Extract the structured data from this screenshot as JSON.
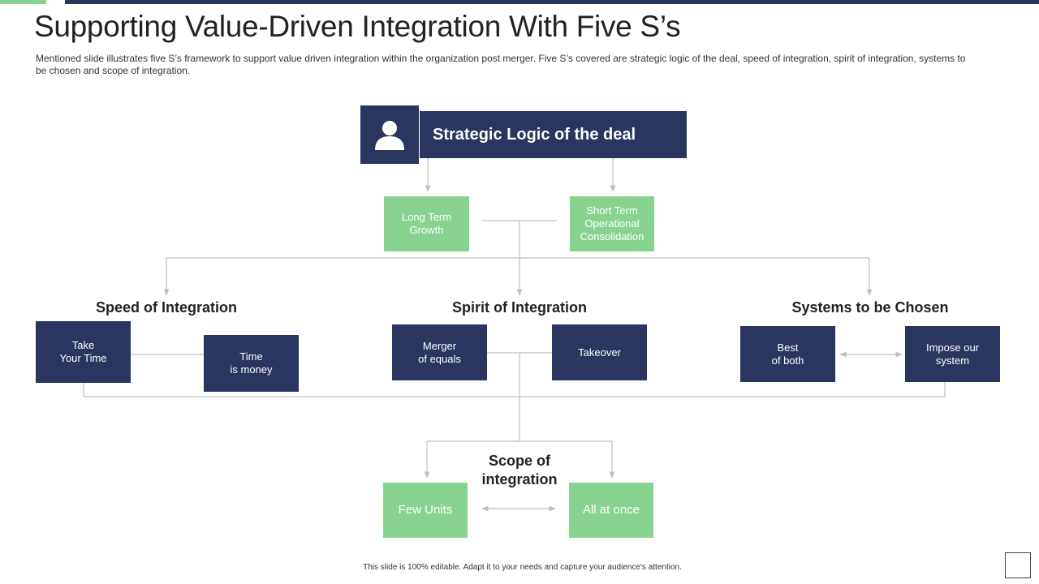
{
  "header": {
    "title": "Supporting Value-Driven Integration With Five S’s",
    "description": "Mentioned slide illustrates five  S’s framework  to support value  driven  integration  within the organization  post merger.  Five  S’s covered  are strategic logic of the deal,  speed of integration,  spirit of integration,  systems to be chosen and scope of integration."
  },
  "diagram": {
    "strategic": {
      "label": "Strategic Logic of the deal",
      "icon": "user-icon"
    },
    "strategic_children": {
      "long_term": "Long Term\nGrowth",
      "short_term": "Short Term\nOperational\nConsolidation"
    },
    "speed": {
      "heading": "Speed of Integration",
      "take_time": "Take\nYour Time",
      "time_money": "Time\nis money"
    },
    "spirit": {
      "heading": "Spirit of Integration",
      "merger": "Merger\nof equals",
      "takeover": "Takeover"
    },
    "systems": {
      "heading": "Systems to be Chosen",
      "best": "Best\nof both",
      "impose": "Impose our\nsystem"
    },
    "scope": {
      "heading": "Scope of\nintegration",
      "few_units": "Few Units",
      "all_at_once": "All at once"
    }
  },
  "footer": {
    "note": "This slide is 100% editable.  Adapt it to your needs and capture your audience's attention."
  },
  "colors": {
    "navy": "#2a3560",
    "green": "#88d38f",
    "connector": "#bfbfbf"
  }
}
